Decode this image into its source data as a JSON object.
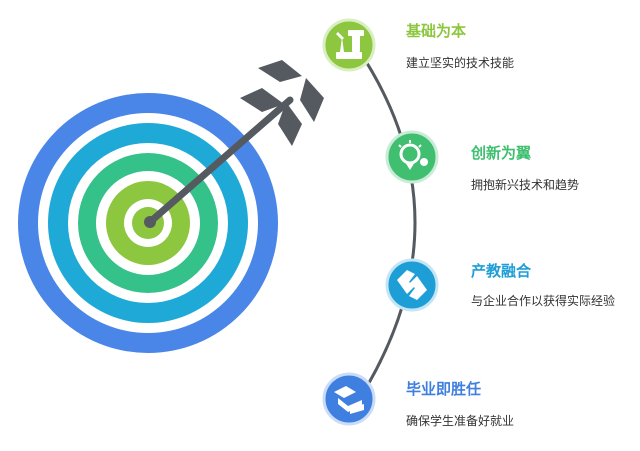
{
  "colors": {
    "ring_outer": "#4a86e8",
    "ring_second": "#1fa9d6",
    "ring_third": "#34c28a",
    "ring_inner": "#8dc63f",
    "arrow": "#555a60",
    "arc": "#555a60",
    "item1": "#8dc63f",
    "item2": "#3fbf6f",
    "item3": "#1e9ed6",
    "item4": "#3f7fe0"
  },
  "items": [
    {
      "title": "基础为本",
      "desc": "建立坚实的技术技能",
      "icon": "tools-icon"
    },
    {
      "title": "创新为翼",
      "desc": "拥抱新兴技术和趋势",
      "icon": "lightbulb-icon"
    },
    {
      "title": "产教融合",
      "desc": "与企业合作以获得实际经验",
      "icon": "puzzle-icon"
    },
    {
      "title": "毕业即胜任",
      "desc": "确保学生准备好就业",
      "icon": "graduation-cap-icon"
    }
  ]
}
